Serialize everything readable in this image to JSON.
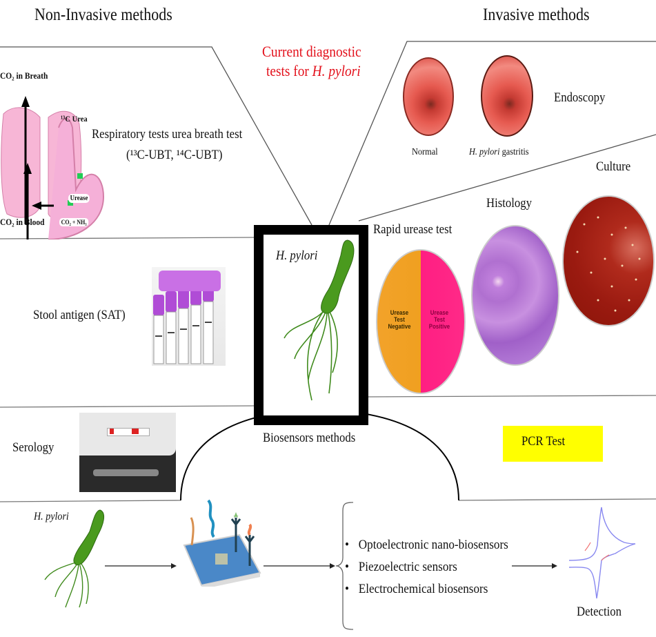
{
  "sections": {
    "non_invasive_title": "Non-Invasive methods",
    "invasive_title": "Invasive methods",
    "center_title_line1": "Current diagnostic",
    "center_title_line2_prefix": "tests for ",
    "center_title_line2_italic": "H. pylori",
    "center_label": "H. pylori"
  },
  "non_invasive": {
    "ubt": {
      "label_line1": "Respiratory tests urea breath test",
      "label_line2": "(¹³C-UBT, ¹⁴C-UBT)",
      "co2_breath": "CO₂ in Breath",
      "c_urea": "¹³C Urea",
      "urease": "Urease",
      "co2_blood": "CO₂ in Blood",
      "co2_nh3": "CO₂ + NH₃"
    },
    "stool": {
      "label": "Stool antigen (SAT)"
    },
    "serology": {
      "label": "Serology"
    }
  },
  "invasive": {
    "endoscopy": {
      "label": "Endoscopy",
      "normal": "Normal",
      "gastritis_italic": "H. pylori",
      "gastritis_suffix": " gastritis"
    },
    "culture": {
      "label": "Culture"
    },
    "histology": {
      "label": "Histology"
    },
    "rapid_urease": {
      "label": "Rapid urease test",
      "negative": "Urease Test Negative",
      "positive": "Urease Test Positive"
    }
  },
  "pcr": {
    "label": "PCR Test"
  },
  "biosensors": {
    "title": "Biosensors methods",
    "organism_label": "H. pylori",
    "types": [
      "Optoelectronic nano-biosensors",
      "Piezoelectric sensors",
      "Electrochemical biosensors"
    ],
    "detection_label": "Detection"
  },
  "colors": {
    "title_red": "#e3101b",
    "pcr_yellow": "#ffff00",
    "bacteria_green": "#3f8a1c"
  }
}
